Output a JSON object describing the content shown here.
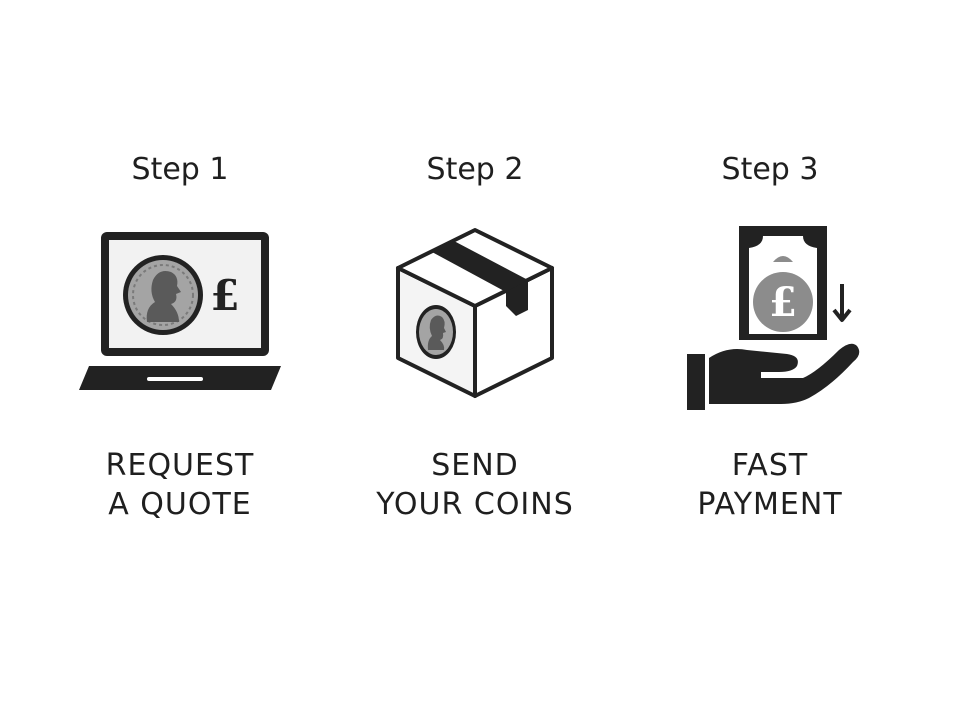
{
  "steps": [
    {
      "heading": "Step 1",
      "caption_lines": [
        "REQUEST",
        "A QUOTE"
      ],
      "icon": "laptop-coin-icon",
      "currency_symbol": "£"
    },
    {
      "heading": "Step 2",
      "caption_lines": [
        "SEND",
        "YOUR COINS"
      ],
      "icon": "coin-box-icon"
    },
    {
      "heading": "Step 3",
      "caption_lines": [
        "FAST",
        "PAYMENT"
      ],
      "icon": "hand-payment-icon",
      "currency_symbol": "£"
    }
  ],
  "colors": {
    "ink": "#222222",
    "coin_fill": "#9a9a9a",
    "screen_fill": "#f2f2f2"
  }
}
